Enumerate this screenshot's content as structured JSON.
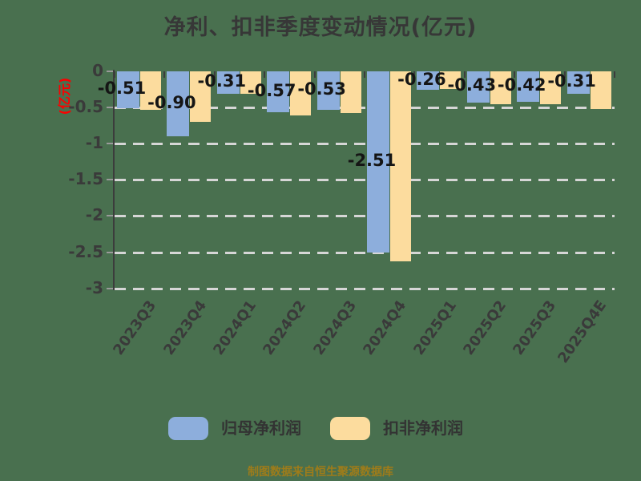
{
  "title": "净利、扣非季度变动情况(亿元)",
  "y_axis_label": "(亿元)",
  "footer": "制图数据来自恒生聚源数据库",
  "colors": {
    "background": "#49704F",
    "bar_blue": "#8DAEDC",
    "bar_yellow": "#FCDC9E",
    "title_text": "#373737",
    "axis_text": "#3A3A3A",
    "y_axis_label_red": "#FB0000",
    "gridline": "#D6D6D6",
    "axis_line": "#3C3C3C",
    "footer_gold": "#9E7C1A"
  },
  "legend": [
    {
      "label": "归母净利润",
      "color": "#8DAEDC"
    },
    {
      "label": "扣非净利润",
      "color": "#FCDC9E"
    }
  ],
  "chart_data": {
    "type": "bar",
    "title": "净利、扣非季度变动情况(亿元)",
    "ylabel": "(亿元)",
    "categories": [
      "2023Q3",
      "2023Q4",
      "2024Q1",
      "2024Q2",
      "2024Q3",
      "2024Q4",
      "2025Q1",
      "2025Q2",
      "2025Q3",
      "2025Q4E"
    ],
    "series": [
      {
        "name": "归母净利润",
        "color": "#8DAEDC",
        "values": [
          -0.51,
          -0.9,
          -0.31,
          -0.57,
          -0.53,
          -2.51,
          -0.26,
          -0.43,
          -0.42,
          -0.31
        ]
      },
      {
        "name": "扣非净利润",
        "color": "#FCDC9E",
        "values": [
          -0.53,
          -0.7,
          -0.31,
          -0.61,
          -0.58,
          -2.63,
          -0.24,
          -0.46,
          -0.46,
          -0.52
        ]
      }
    ],
    "data_labels": [
      "-0.51",
      "-0.90",
      "-0.31",
      "-0.57",
      "-0.53",
      "-2.51",
      "-0.26",
      "-0.43",
      "-0.42",
      "-0.31"
    ],
    "data_labels_series": "归母净利润",
    "ylim": [
      -3,
      0
    ],
    "ytick_labels": [
      "0",
      "-0.5",
      "-1",
      "-1.5",
      "-2",
      "-2.5",
      "-3"
    ],
    "grid": "horizontal-dashed",
    "legend_position": "bottom"
  }
}
